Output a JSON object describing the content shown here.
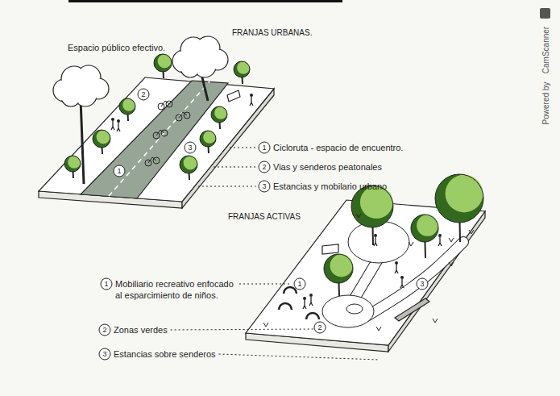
{
  "diagram": {
    "labels": [
      "Espacio público efectivo.",
      "FRANJAS URBANAS.",
      "1",
      "Cicloruta - espacio de encuentro.",
      "2",
      "Vias y senderos peatonales",
      "3",
      "Estancias y mobilario urbano",
      "FRANJAS ACTIVAS",
      "1",
      "Mobiliario recreativo enfocado al esparcimiento de niños.",
      "2",
      "Zonas verdes",
      "3",
      "Estancias sobre senderos",
      "1",
      "2",
      "3",
      "1",
      "2",
      "3",
      "Powered by",
      "CamScanner"
    ]
  }
}
